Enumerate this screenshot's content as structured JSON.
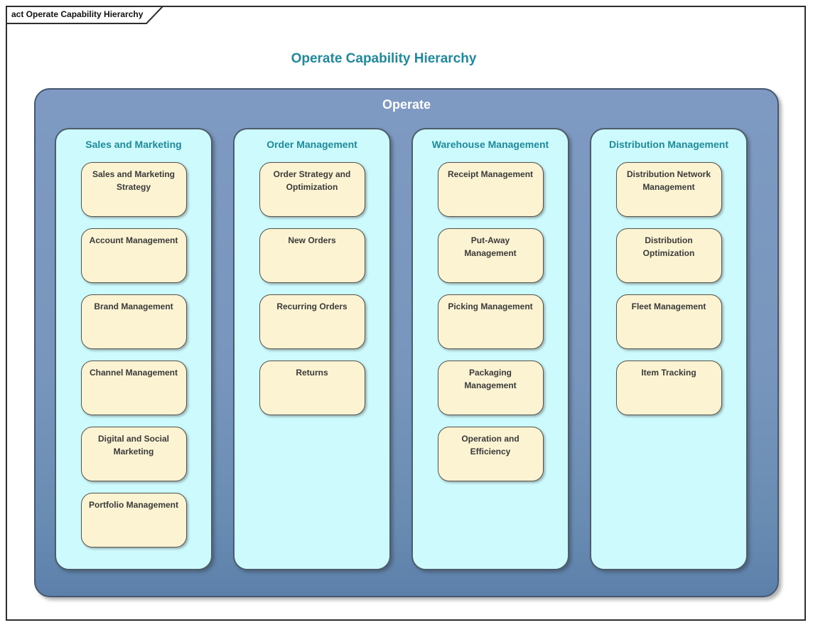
{
  "frame": {
    "tab_label": "act Operate Capability Hierarchy"
  },
  "title": "Operate Capability Hierarchy",
  "operate": {
    "label": "Operate"
  },
  "columns": [
    {
      "label": "Sales and Marketing",
      "items": [
        "Sales and Marketing Strategy",
        "Account Management",
        "Brand Management",
        "Channel Management",
        "Digital and Social Marketing",
        "Portfolio Management"
      ]
    },
    {
      "label": "Order Management",
      "items": [
        "Order Strategy and Optimization",
        "New Orders",
        "Recurring Orders",
        "Returns"
      ]
    },
    {
      "label": "Warehouse Management",
      "items": [
        "Receipt Management",
        "Put-Away Management",
        "Picking Management",
        "Packaging Management",
        "Operation and Efficiency"
      ]
    },
    {
      "label": "Distribution Management",
      "items": [
        "Distribution Network Management",
        "Distribution Optimization",
        "Fleet Management",
        "Item Tracking"
      ]
    }
  ],
  "colors": {
    "accent_teal": "#1f8a9c",
    "container_blue_top": "#7e9ac2",
    "container_blue_bottom": "#5c80aa",
    "container_border": "#46566e",
    "group_fill": "#ccfafd",
    "group_border": "#4d5d6b",
    "capability_fill": "#fbf3d2",
    "capability_border": "#55534b",
    "capability_text": "#3a3a3a",
    "operate_label_text": "#ffffff",
    "frame_border": "#2e2e2e"
  }
}
